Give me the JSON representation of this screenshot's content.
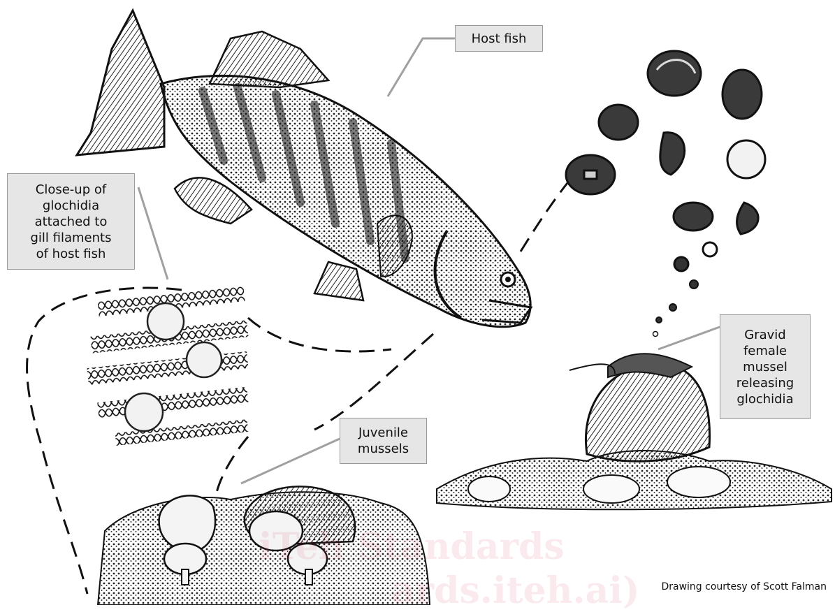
{
  "labels": {
    "host_fish": "Host fish",
    "close_up": "Close-up of\nglochidia\nattached to\ngill filaments\nof host fish",
    "gravid": "Gravid\nfemale\nmussel\nreleasing\nglochidia",
    "juvenile": "Juvenile\nmussels"
  },
  "credit": "Drawing courtesy of Scott Falman",
  "watermark": {
    "line1": "iTeh Standards",
    "line2": "ards.iteh.ai)"
  },
  "colors": {
    "label_bg": "#e6e6e6",
    "ink": "#1a1a1a",
    "leader_line": "#a0a0a0"
  }
}
